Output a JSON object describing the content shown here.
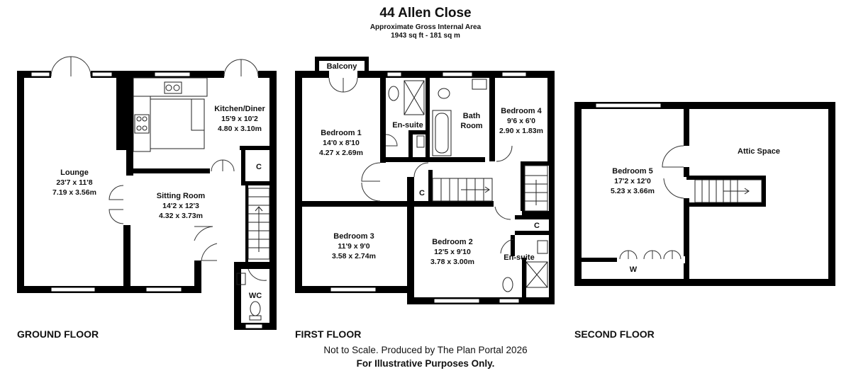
{
  "header": {
    "title": "44 Allen Close",
    "area_label": "Approximate Gross Internal Area",
    "area_value": "1943 sq ft - 181 sq m"
  },
  "floors": {
    "ground": "GROUND FLOOR",
    "first": "FIRST FLOOR",
    "second": "SECOND FLOOR"
  },
  "rooms": {
    "lounge": {
      "name": "Lounge",
      "imperial": "23'7 x 11'8",
      "metric": "7.19 x 3.56m"
    },
    "kitchen": {
      "name": "Kitchen/Diner",
      "imperial": "15'9 x 10'2",
      "metric": "4.80 x 3.10m"
    },
    "sitting": {
      "name": "Sitting Room",
      "imperial": "14'2 x 12'3",
      "metric": "4.32 x 3.73m"
    },
    "wc": {
      "name": "WC"
    },
    "ground_cupboard": {
      "name": "C"
    },
    "balcony": {
      "name": "Balcony"
    },
    "bedroom1": {
      "name": "Bedroom 1",
      "imperial": "14'0 x 8'10",
      "metric": "4.27 x 2.69m"
    },
    "ensuite1": {
      "name": "En-suite"
    },
    "bath_line1": {
      "name": "Bath"
    },
    "bath_line2": {
      "name": "Room"
    },
    "bedroom4": {
      "name": "Bedroom 4",
      "imperial": "9'6 x 6'0",
      "metric": "2.90 x 1.83m"
    },
    "first_cupboard1": {
      "name": "C"
    },
    "first_cupboard2": {
      "name": "C"
    },
    "bedroom3": {
      "name": "Bedroom 3",
      "imperial": "11'9 x 9'0",
      "metric": "3.58 x 2.74m"
    },
    "bedroom2": {
      "name": "Bedroom  2",
      "imperial": "12'5 x 9'10",
      "metric": "3.78 x 3.00m"
    },
    "ensuite2": {
      "name": "En-suite"
    },
    "bedroom5": {
      "name": "Bedroom 5",
      "imperial": "17'2 x 12'0",
      "metric": "5.23 x 3.66m"
    },
    "attic": {
      "name": "Attic Space"
    },
    "wardrobe": {
      "name": "W"
    }
  },
  "footer": {
    "line1": "Not to Scale. Produced by The Plan Portal 2026",
    "line2": "For Illustrative Purposes Only."
  }
}
